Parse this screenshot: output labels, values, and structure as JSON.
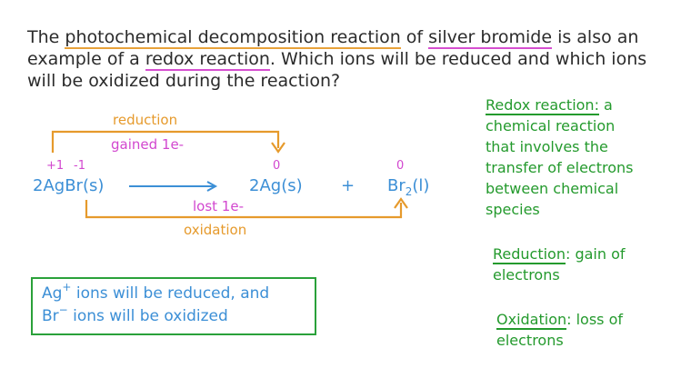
{
  "question": {
    "line1_part1": "The ",
    "line1_term1": "photochemical decomposition reaction",
    "line1_part2": " of ",
    "line1_term2": "silver bromide",
    "line1_part3": " is also an",
    "line2_part1": "example of a ",
    "line2_term": "redox reaction",
    "line2_part2": ". Which ions will be reduced and which ions",
    "line3": "will be oxidized during the reaction?"
  },
  "diagram": {
    "reduction_label": "reduction",
    "gained_label": "gained 1e-",
    "ox_state_ag": "+1",
    "ox_state_br": "-1",
    "ox_state_ag_product": "0",
    "ox_state_br_product": "0",
    "reactant": "2AgBr(s)",
    "product1": "2Ag(s)",
    "plus": "+",
    "product2_main": "Br",
    "product2_sub": "2",
    "product2_state": "(l)",
    "lost_label": "lost 1e-",
    "oxidation_label": "oxidation"
  },
  "answer": {
    "line1_ion": "Ag",
    "line1_charge": "+",
    "line1_rest": " ions will be reduced, and",
    "line2_ion": "Br",
    "line2_charge": "−",
    "line2_rest": " ions will be oxidized"
  },
  "definitions": {
    "redox_term": "Redox reaction:",
    "redox_line1_rest": " a",
    "redox_line2": "chemical reaction",
    "redox_line3": "that involves the",
    "redox_line4": "transfer of electrons",
    "redox_line5": "between chemical",
    "redox_line6": "species",
    "reduction_term": "Reduction",
    "reduction_rest": ": gain of",
    "reduction_line2": "electrons",
    "oxidation_term": "Oxidation",
    "oxidation_rest": ": loss of",
    "oxidation_line2": "electrons"
  },
  "colors": {
    "text": "#2b2b2b",
    "blue": "#3c8fd6",
    "orange": "#e69a2c",
    "pink": "#d247cf",
    "green": "#249a2d"
  }
}
